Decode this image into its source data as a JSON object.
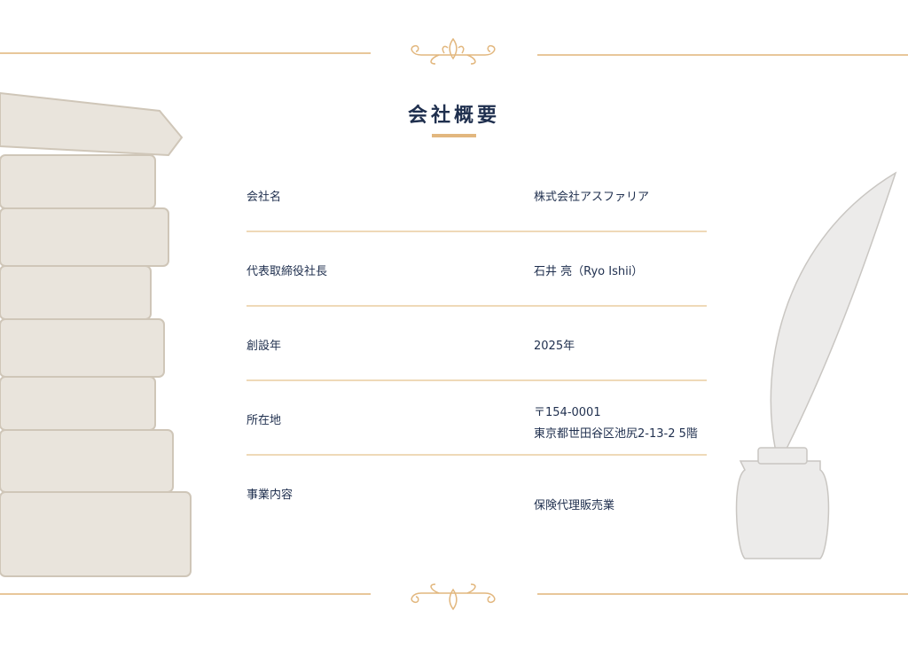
{
  "title": "会社概要",
  "rows": [
    {
      "label": "会社名",
      "value": "株式会社アスファリア"
    },
    {
      "label": "代表取締役社長",
      "value": "石井 亮（Ryo Ishii）"
    },
    {
      "label": "創設年",
      "value": "2025年"
    },
    {
      "label": "所在地",
      "value": "〒154-0001",
      "value2": "東京都世田谷区池尻2-13-2 5階"
    },
    {
      "label": "事業内容",
      "value": "保険代理販売業"
    }
  ],
  "colors": {
    "accent": "#e2b77e",
    "text": "#1f2f4e"
  }
}
